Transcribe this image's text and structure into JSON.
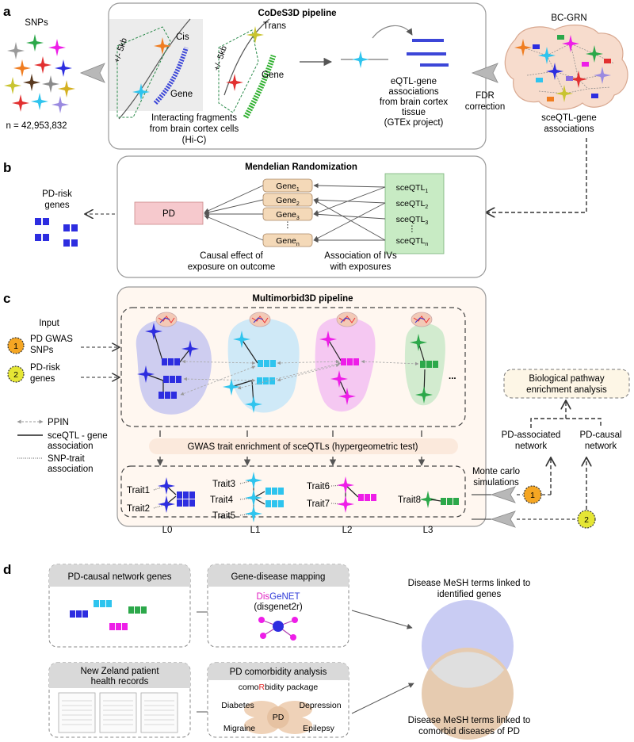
{
  "panel_a": {
    "letter": "a",
    "snps_label": "SNPs",
    "snp_count": "n = 42,953,832",
    "pipeline_title": "CoDeS3D pipeline",
    "cis_label": "Cis",
    "trans_label": "Trans",
    "gene_label": "Gene",
    "distance_label": "+/- 5kb",
    "hic_caption": [
      "Interacting fragments",
      "from brain cortex cells",
      "(Hi-C)"
    ],
    "eqtl_caption": [
      "eQTL-gene",
      "associations",
      "from brain cortex",
      "tissue",
      "(GTEx project)"
    ],
    "fdr_label": [
      "FDR",
      "correction"
    ],
    "grn_title": "BC-GRN",
    "grn_caption": [
      "sceQTL-gene",
      "associations"
    ]
  },
  "panel_b": {
    "letter": "b",
    "title": "Mendelian Randomization",
    "risk_genes_label": [
      "PD-risk",
      "genes"
    ],
    "pd_box": "PD",
    "genes": [
      "Gene",
      "Gene",
      "Gene",
      "Gene"
    ],
    "gene_subs": [
      "1",
      "2",
      "3",
      "n"
    ],
    "sceqtls": [
      "sceQTL",
      "sceQTL",
      "sceQTL",
      "sceQTL"
    ],
    "sceqtl_subs": [
      "1",
      "2",
      "3",
      "n"
    ],
    "causal_caption": [
      "Causal effect of",
      "exposure on outcome"
    ],
    "assoc_caption": [
      "Association of IVs",
      "with exposures"
    ]
  },
  "panel_c": {
    "letter": "c",
    "title": "Multimorbid3D pipeline",
    "input_label": "Input",
    "inputs": [
      {
        "num": "1",
        "text": [
          "PD GWAS",
          "SNPs"
        ],
        "color": "#f5a623"
      },
      {
        "num": "2",
        "text": [
          "PD-risk",
          "genes"
        ],
        "color": "#e5e635"
      }
    ],
    "legend": {
      "ppin": "PPIN",
      "sceqtl_gene": [
        "sceQTL - gene",
        "association"
      ],
      "snp_trait": [
        "SNP-trait",
        "association"
      ]
    },
    "enrichment_label": "GWAS trait enrichment of sceQTLs (hypergeometric test)",
    "ellipsis": "...",
    "traits": [
      "Trait1",
      "Trait2",
      "Trait3",
      "Trait4",
      "Trait5",
      "Trait6",
      "Trait7",
      "Trait8"
    ],
    "levels": [
      "L0",
      "L1",
      "L2",
      "L3"
    ],
    "level_colors": [
      "#2d2de0",
      "#2ec4ee",
      "#ee1ee8",
      "#2ca84a"
    ],
    "blob_colors": [
      "#c9c8f0",
      "#cfe9f7",
      "#f5c8f2",
      "#d2ebcf"
    ],
    "monte_carlo": [
      "Monte carlo",
      "simulations"
    ],
    "pathway_box": [
      "Biological pathway",
      "enrichment analysis"
    ],
    "pd_associated": [
      "PD-associated",
      "network"
    ],
    "pd_causal": [
      "PD-causal",
      "network"
    ],
    "circle_nums": [
      "1",
      "2"
    ]
  },
  "panel_d": {
    "letter": "d",
    "box1_title": "PD-causal network genes",
    "box2_title": "Gene-disease mapping",
    "disgenet_dis": "Dis",
    "disgenet_genet": "GeNET",
    "disgenet_pkg": "(disgenet2r)",
    "box3_title": "New Zeland patient",
    "box3_title2": "health records",
    "box4_title": "PD comorbidity analysis",
    "package_pre": "como",
    "package_r": "R",
    "package_post": "bidity package",
    "diseases": [
      "Diabetes",
      "Depression",
      "PD",
      "Migraine",
      "Epilepsy"
    ],
    "venn_top_caption": [
      "Disease MeSH terms linked to",
      "identified genes"
    ],
    "venn_bottom_caption": [
      "Disease MeSH terms linked to",
      "comorbid diseases of PD"
    ],
    "venn_colors": [
      "#c9ccf3",
      "#e6cbb0"
    ]
  }
}
